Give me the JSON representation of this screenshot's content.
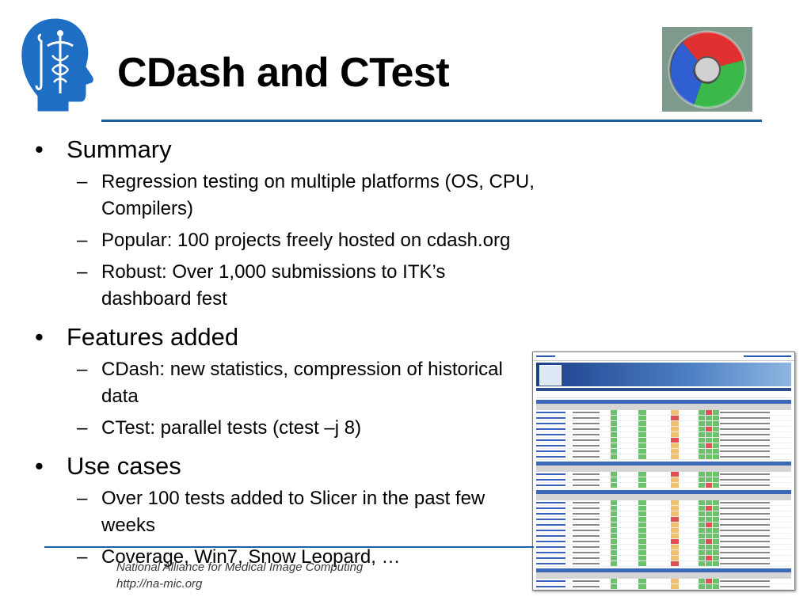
{
  "slide": {
    "title": "CDash and CTest",
    "colors": {
      "accent": "#1f5fa8",
      "logo_blue": "#1e6fc4"
    },
    "bullets": [
      {
        "text": "Summary",
        "sub": [
          "Regression testing on multiple platforms (OS, CPU, Compilers)",
          "Popular: 100 projects freely hosted on cdash.org",
          "Robust: Over 1,000 submissions to ITK’s dashboard fest"
        ]
      },
      {
        "text": "Features added",
        "sub": [
          "CDash: new statistics, compression of historical data",
          "CTest: parallel tests (ctest –j 8)"
        ]
      },
      {
        "text": "Use cases",
        "sub": [
          "Over 100 tests added to Slicer in the past few weeks",
          "Coverage, Win7, Snow Leopard, …"
        ]
      }
    ],
    "footer": {
      "org": "National Alliance for Medical Image Computing",
      "url": "http://na-mic.org"
    },
    "icons": {
      "left_logo": "head-with-caduceus-icon",
      "right_logo": "cdash-ring-logo-icon",
      "screenshot": "cdash-dashboard-thumbnail"
    }
  }
}
